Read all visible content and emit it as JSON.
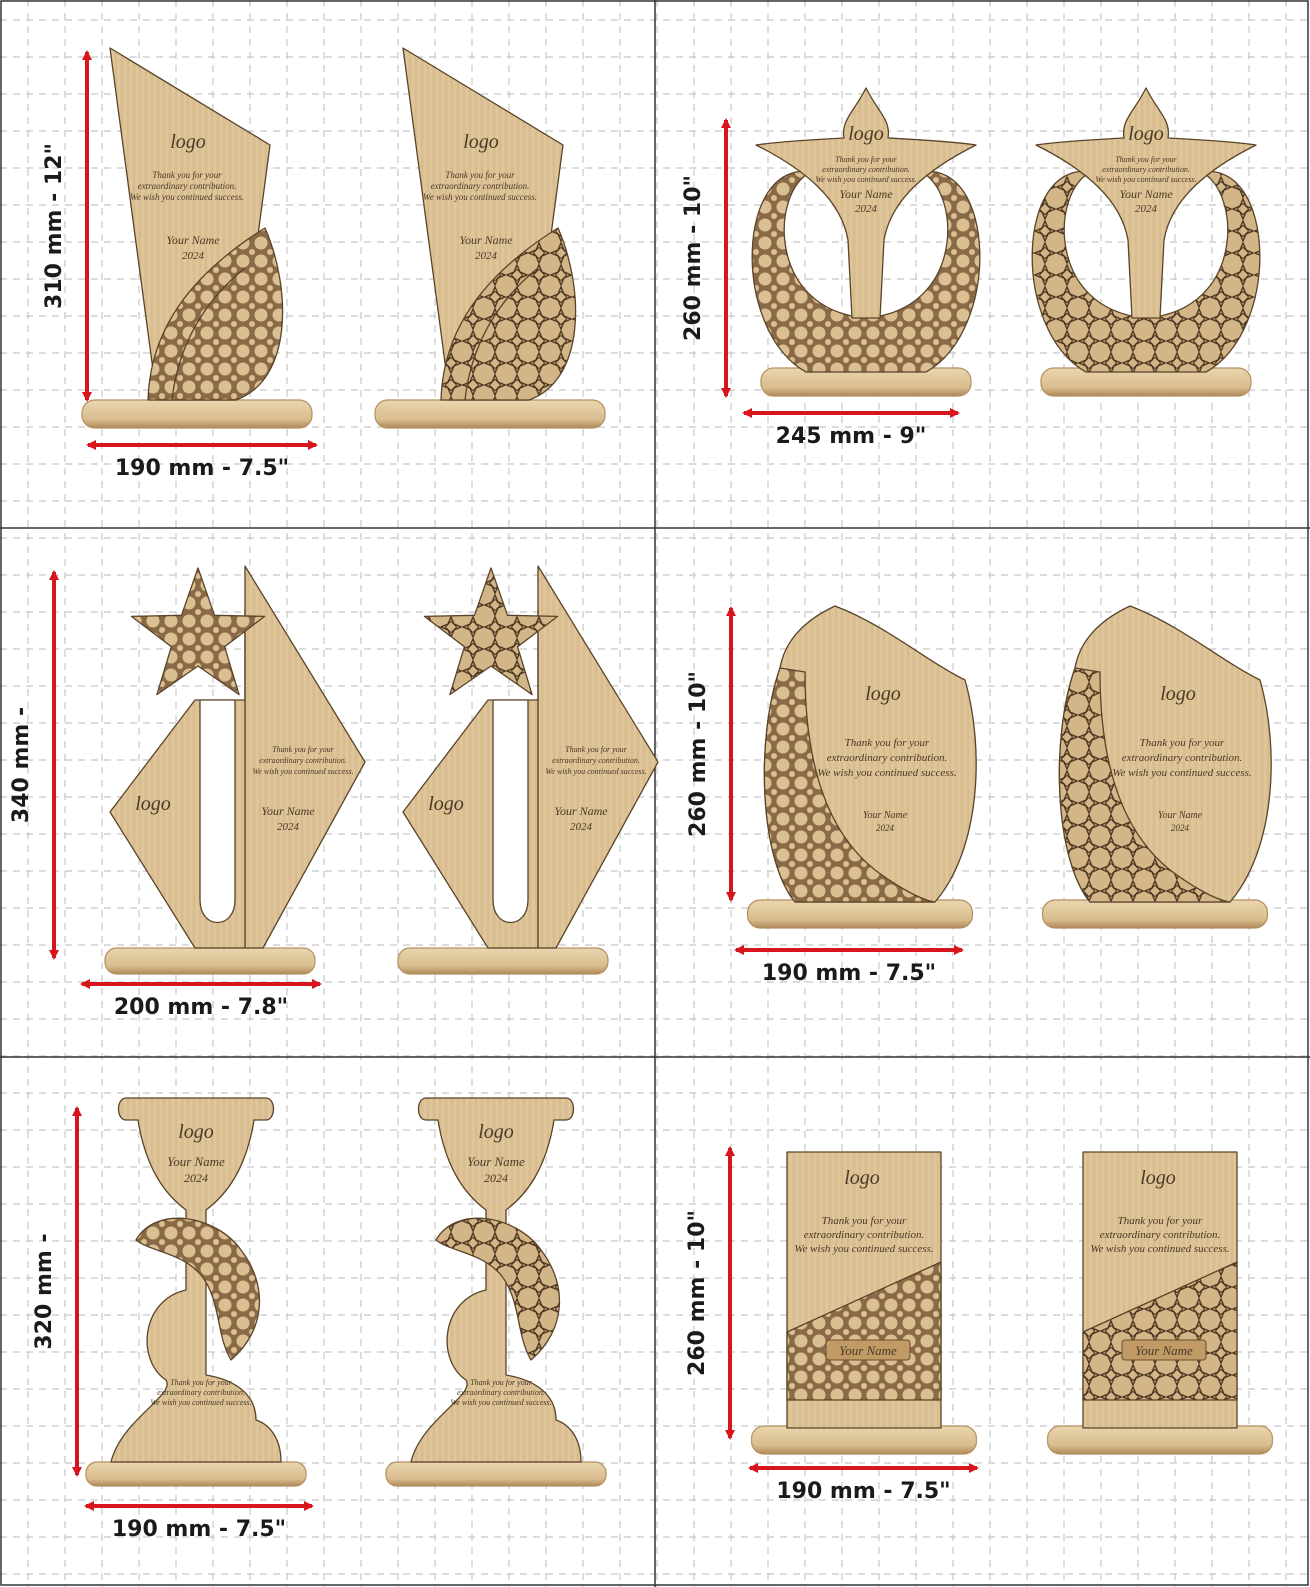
{
  "colors": {
    "wood": "#dcc295",
    "wood_grain": "#c9ad7d",
    "lattice": "#8a6a46",
    "lattice_dark": "#5b4129",
    "base": "#e2cba1",
    "base_edge": "#b58f5f",
    "arrow": "#d8141c",
    "grid_line": "#c8c8c8",
    "frame": "#333333"
  },
  "plaque_text": {
    "logo": "logo",
    "thanks": [
      "Thank you for your",
      "extraordinary contribution.",
      "We wish you continued success."
    ],
    "name": "Your Name",
    "year": "2024"
  },
  "panels": [
    {
      "shape": "flame",
      "height_label": "310 mm - 12\"",
      "width_label": "190 mm - 7.5\""
    },
    {
      "shape": "ring",
      "height_label": "260 mm - 10\"",
      "width_label": "245 mm - 9\""
    },
    {
      "shape": "star",
      "height_label": "340 mm -",
      "width_label": "200 mm - 7.8\""
    },
    {
      "shape": "shield",
      "height_label": "260 mm - 10\"",
      "width_label": "190 mm - 7.5\""
    },
    {
      "shape": "cup",
      "height_label": "320 mm -",
      "width_label": "190 mm - 7.5\""
    },
    {
      "shape": "rectangle",
      "height_label": "260 mm - 10\"",
      "width_label": "190 mm - 7.5\""
    }
  ]
}
